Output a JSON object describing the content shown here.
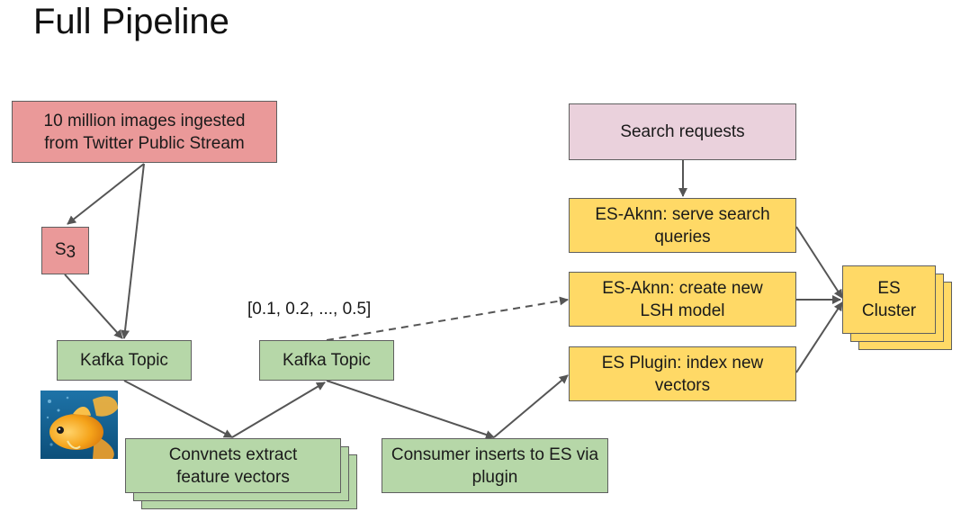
{
  "title": "Full Pipeline",
  "nodes": {
    "twitter": "10 million images ingested from Twitter Public Stream",
    "s3": "S3",
    "kafka_topic_1": "Kafka Topic",
    "convnets": "Convnets extract feature vectors",
    "kafka_topic_2": "Kafka Topic",
    "consumer": "Consumer inserts to ES via plugin",
    "search_requests": "Search requests",
    "es_aknn_serve": "ES-Aknn: serve search queries",
    "es_aknn_create": "ES-Aknn: create new LSH model",
    "es_plugin_index": "ES Plugin: index new vectors",
    "es_cluster": "ES Cluster"
  },
  "vector_label": "[0.1, 0.2, ..., 0.5]",
  "colors": {
    "source": "#ea9999",
    "request": "#ead1dc",
    "processing": "#b6d7a8",
    "elasticsearch": "#ffd966",
    "arrow": "#555555"
  },
  "icons": {
    "fish_image": "goldfish-image"
  }
}
